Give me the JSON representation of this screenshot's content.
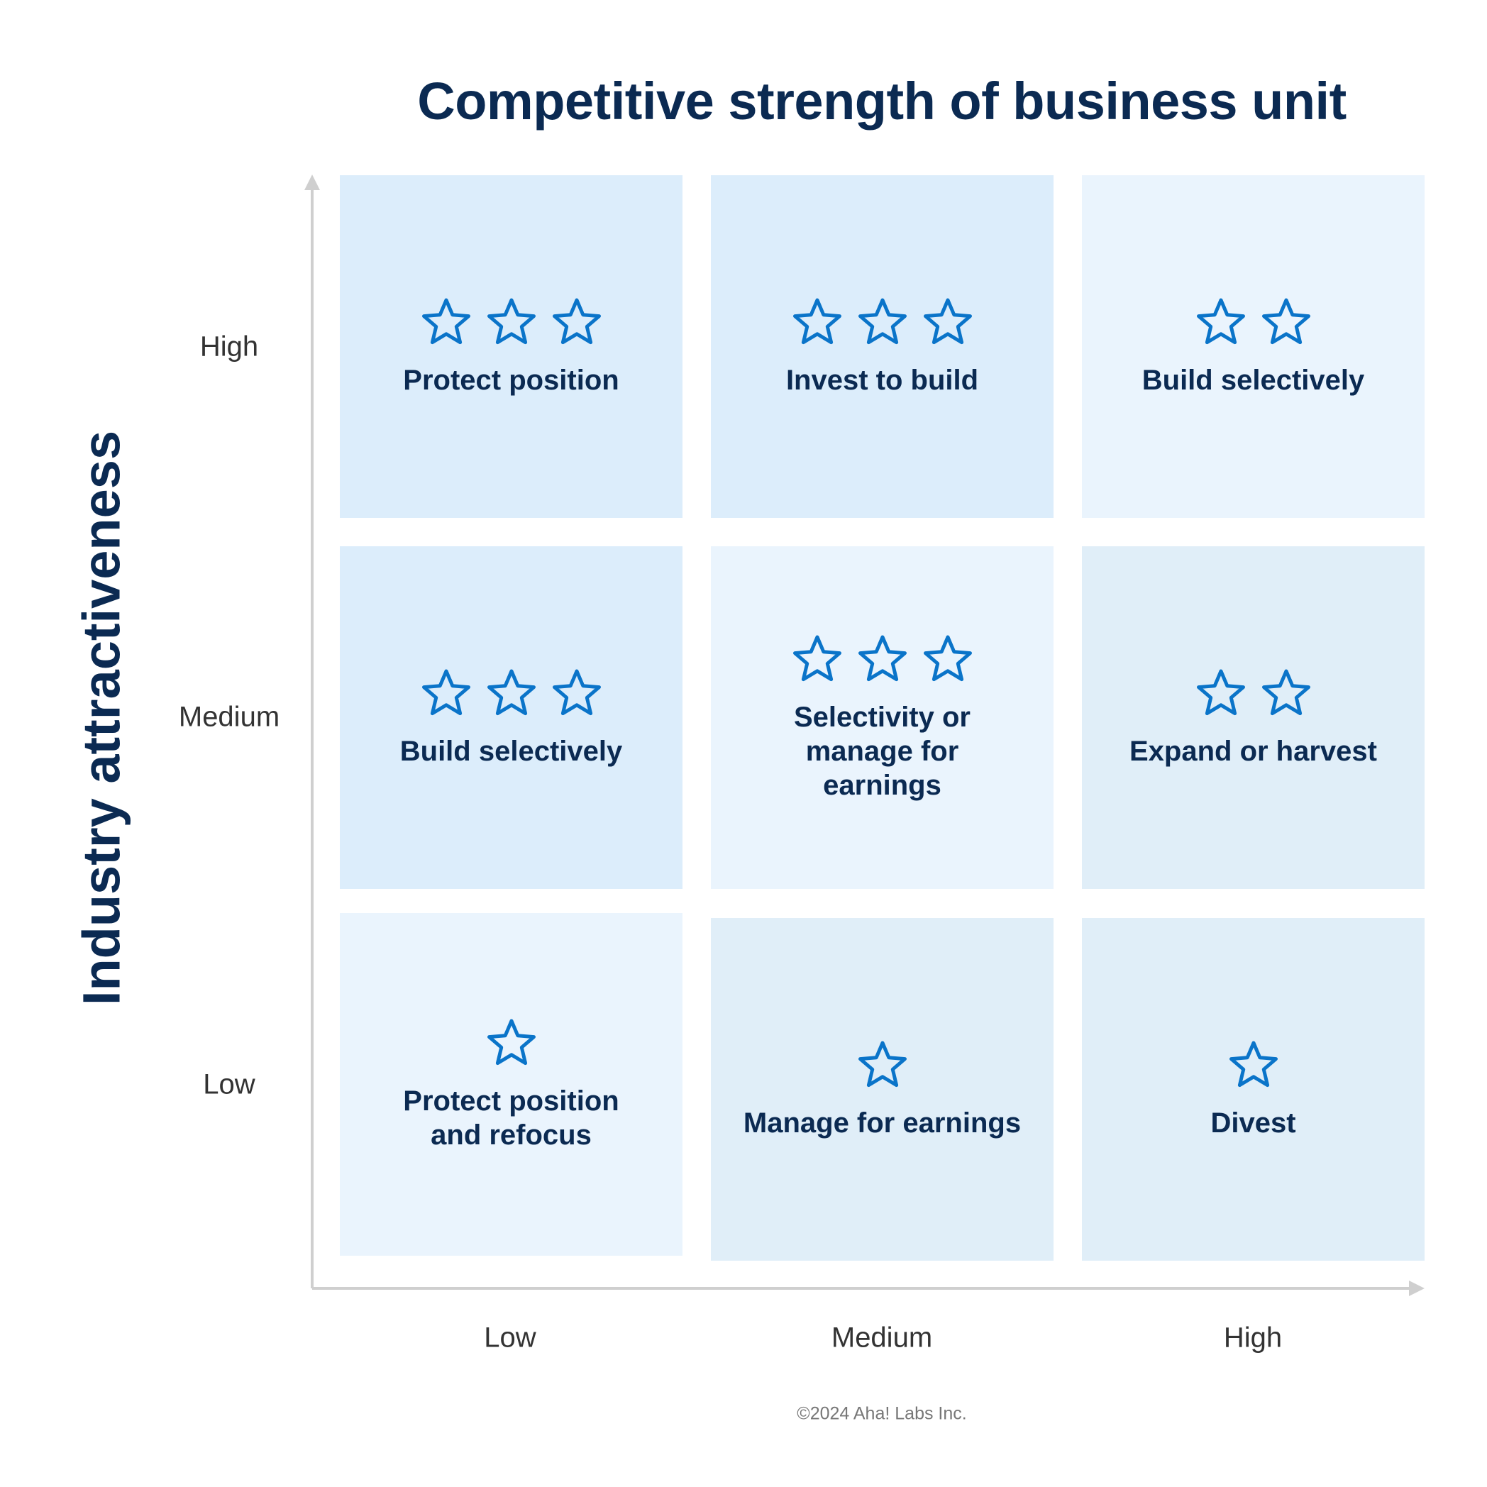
{
  "title": "Competitive strength of business unit",
  "y_axis_label": "Industry attractiveness",
  "x_ticks": [
    "Low",
    "Medium",
    "High"
  ],
  "y_ticks": [
    "High",
    "Medium",
    "Low"
  ],
  "colors": {
    "title": "#0b2a52",
    "star": "#0a74c9",
    "axis": "#cfcfcf",
    "cell_dark": "#dcedfb",
    "cell_light": "#eaf4fd",
    "cell_muted": "#e0eef8"
  },
  "cells": [
    {
      "row": 0,
      "col": 0,
      "stars": 3,
      "label": "Protect position",
      "tone": "cell_dark"
    },
    {
      "row": 0,
      "col": 1,
      "stars": 3,
      "label": "Invest to build",
      "tone": "cell_dark"
    },
    {
      "row": 0,
      "col": 2,
      "stars": 2,
      "label": "Build selectively",
      "tone": "cell_light"
    },
    {
      "row": 1,
      "col": 0,
      "stars": 3,
      "label": "Build selectively",
      "tone": "cell_dark"
    },
    {
      "row": 1,
      "col": 1,
      "stars": 3,
      "label": "Selectivity or manage for earnings",
      "tone": "cell_light"
    },
    {
      "row": 1,
      "col": 2,
      "stars": 2,
      "label": "Expand or harvest",
      "tone": "cell_muted"
    },
    {
      "row": 2,
      "col": 0,
      "stars": 1,
      "label": "Protect position and refocus",
      "tone": "cell_light"
    },
    {
      "row": 2,
      "col": 1,
      "stars": 1,
      "label": "Manage for earnings",
      "tone": "cell_muted"
    },
    {
      "row": 2,
      "col": 2,
      "stars": 1,
      "label": "Divest",
      "tone": "cell_muted"
    }
  ],
  "copyright": "©2024 Aha! Labs Inc."
}
